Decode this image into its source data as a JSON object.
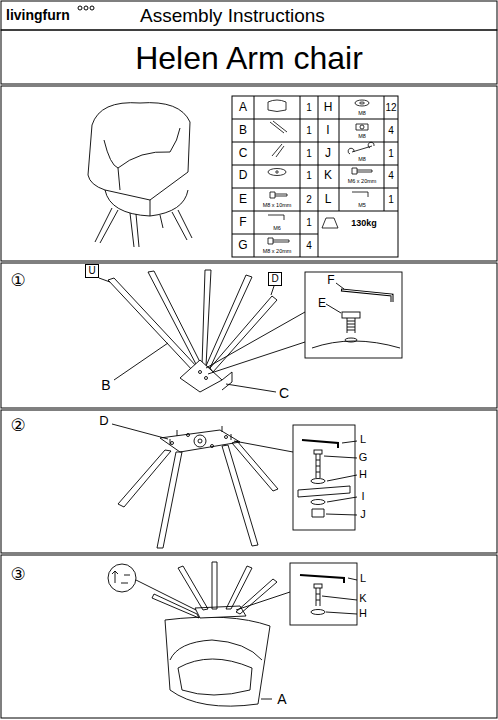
{
  "diagram": {
    "title": "Helen Arm chair",
    "nodes": [
      {
        "text": [
          "U"
        ]
      },
      {
        "text": [
          "D"
        ]
      }
    ],
    "labels": [
      "livingfurn",
      "Assembly Instructions",
      "A",
      "1",
      "H",
      "M8",
      "12",
      "B",
      "1",
      "I",
      "M8",
      "4",
      "C",
      "1",
      "J",
      "M8",
      "1",
      "D",
      "1",
      "K",
      "M6 x 20mm",
      "4",
      "E",
      "M8 x 10mm",
      "2",
      "L",
      "M5",
      "1",
      "F",
      "M6",
      "1",
      "130kg",
      "G",
      "M8 x 20mm",
      "4",
      "①",
      "F",
      "E",
      "B",
      "C",
      "②",
      "D",
      "L",
      "G",
      "H",
      "I",
      "J",
      "③",
      "L",
      "K",
      "H",
      "A"
    ]
  }
}
